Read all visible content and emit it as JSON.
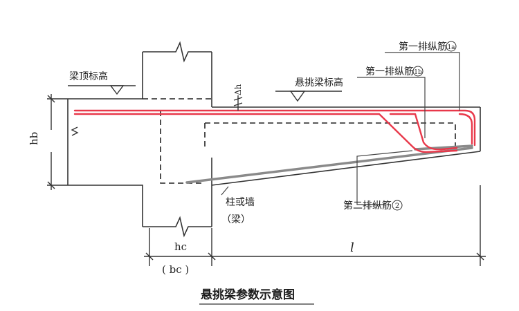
{
  "diagram": {
    "caption": "悬挑梁参数示意图",
    "labels": {
      "beam_top_elevation": "梁顶标高",
      "cantilever_top_elevation": "悬挑梁标高",
      "delta_h": "Δh",
      "rebar_1a": "第一排纵筋",
      "rebar_1a_mark": "1a",
      "rebar_1b": "第一排纵筋",
      "rebar_1b_mark": "1b",
      "rebar_2": "第二排纵筋",
      "rebar_2_mark": "2",
      "column_or_wall": "柱或墙",
      "beam_paren": "（梁）",
      "hb": "hb",
      "hc": "hc",
      "bc": "( bc )",
      "length": "l"
    },
    "colors": {
      "line": "#333333",
      "dash": "#222222",
      "rebar_red": "#e8384a",
      "rebar_gray": "#8a8a8a",
      "leader": "#444444"
    }
  }
}
